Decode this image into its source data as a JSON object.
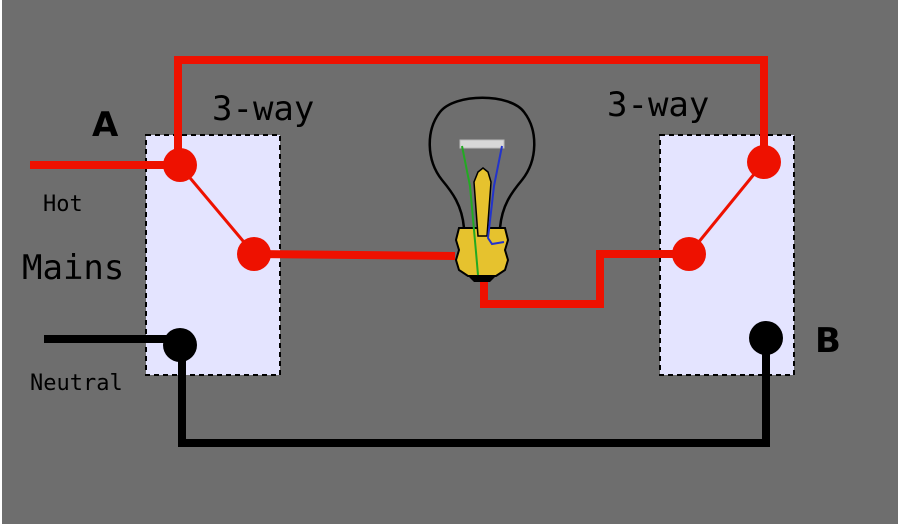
{
  "colors": {
    "background": "#6e6e6e",
    "hot_wire": "#ee1100",
    "neutral_wire": "#000000",
    "switch_box_fill": "#e4e4ff",
    "bulb_base": "#e6c22e",
    "filament_support_green": "#22aa22",
    "filament_support_blue": "#2233cc"
  },
  "labels": {
    "switch_a_type": "3-way",
    "switch_b_type": "3-way",
    "switch_a_letter": "A",
    "switch_b_letter": "B",
    "hot": "Hot",
    "mains": "Mains",
    "neutral": "Neutral"
  },
  "icons": {
    "bulb": "light-bulb-icon"
  }
}
